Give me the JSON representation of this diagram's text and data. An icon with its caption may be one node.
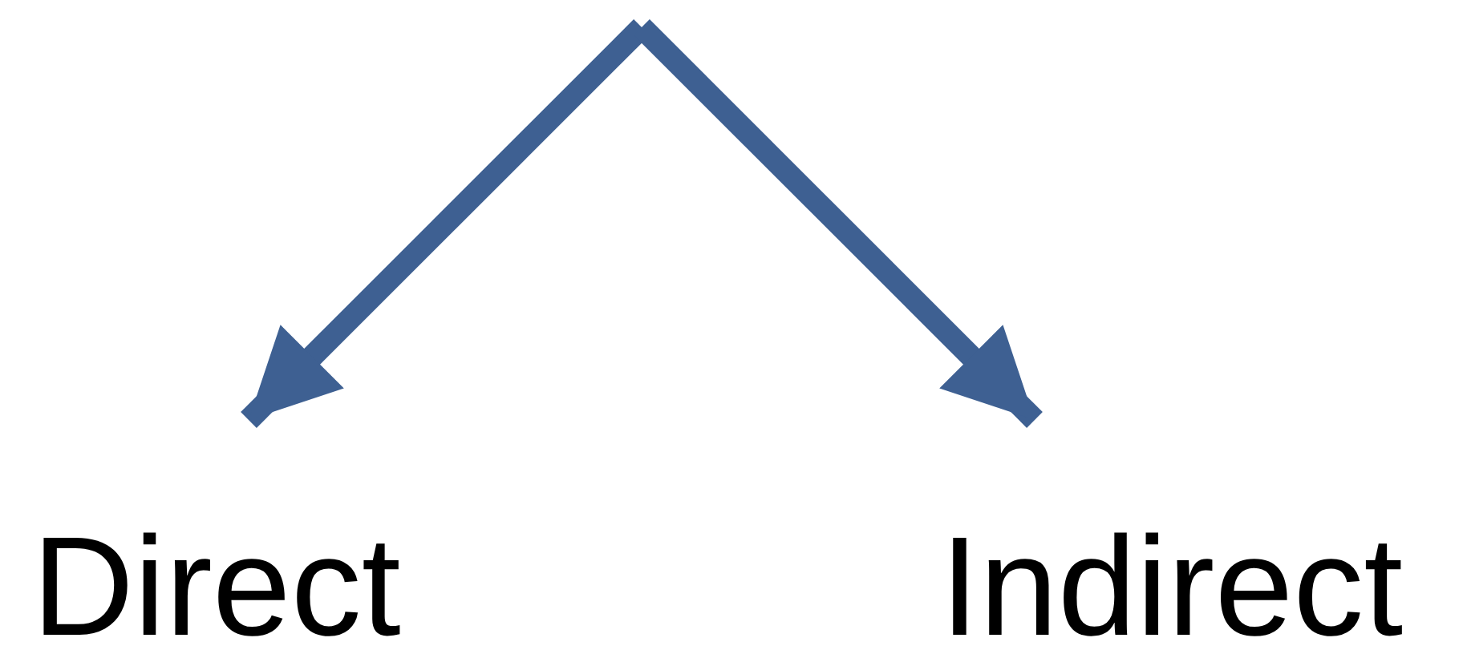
{
  "diagram": {
    "nodes": [
      {
        "text": [
          "Direct"
        ]
      },
      {
        "text": [
          "Indirect"
        ]
      }
    ],
    "edges": [
      {
        "from": null,
        "to": 0,
        "arrow": "to"
      },
      {
        "from": null,
        "to": 1,
        "arrow": "to"
      }
    ]
  }
}
